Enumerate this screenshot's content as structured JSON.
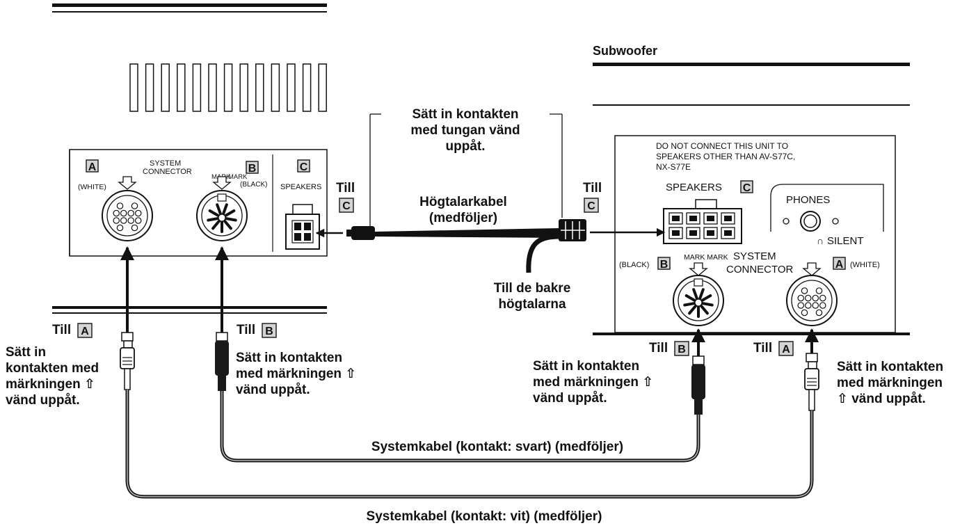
{
  "colors": {
    "line": "#111111",
    "box": "#d4d4d4",
    "cable": "#222222"
  },
  "main_unit": {
    "a": "A",
    "b": "B",
    "c": "C",
    "white": "(WHITE)",
    "system1": "SYSTEM",
    "system2": "CONNECTOR",
    "mark": "MARK",
    "mark2": "MARK",
    "black": "(BLACK)",
    "speakers": "SPEAKERS"
  },
  "subwoofer": {
    "title": "Subwoofer",
    "warn1": "DO NOT CONNECT THIS UNIT TO",
    "warn2": "SPEAKERS OTHER THAN AV-S77C,",
    "warn3": "NX-S77E",
    "speakers": "SPEAKERS",
    "c": "C",
    "phones": "PHONES",
    "silent": "SILENT",
    "black": "(BLACK)",
    "b": "B",
    "mark": "MARK MARK",
    "system": "SYSTEM",
    "connector": "CONNECTOR",
    "a": "A",
    "white": "(WHITE)"
  },
  "labels": {
    "till": "Till",
    "c": "C",
    "a": "A",
    "b": "B",
    "sp_cable1": "Högtalarkabel",
    "sp_cable2": "(medföljer)",
    "tongue1": "Sätt in kontakten",
    "tongue2": "med tungan vänd",
    "tongue3": "uppåt.",
    "rear1": "Till de bakre",
    "rear2": "högtalarna",
    "left_a1": "Sätt in",
    "left_a2": "kontakten med",
    "left_a3": "märkningen ⇧",
    "left_a4": "vänd uppåt.",
    "mid_b1": "Sätt in kontakten",
    "mid_b2": "med märkningen ⇧",
    "mid_b3": "vänd uppåt.",
    "sub_b1": "Sätt in kontakten",
    "sub_b2": "med märkningen ⇧",
    "sub_b3": "vänd uppåt.",
    "sub_a1": "Sätt in kontakten",
    "sub_a2": "med märkningen",
    "sub_a3": "⇧ vänd uppåt.",
    "black_cable": "Systemkabel (kontakt: svart) (medföljer)",
    "white_cable": "Systemkabel (kontakt: vit) (medföljer)"
  }
}
